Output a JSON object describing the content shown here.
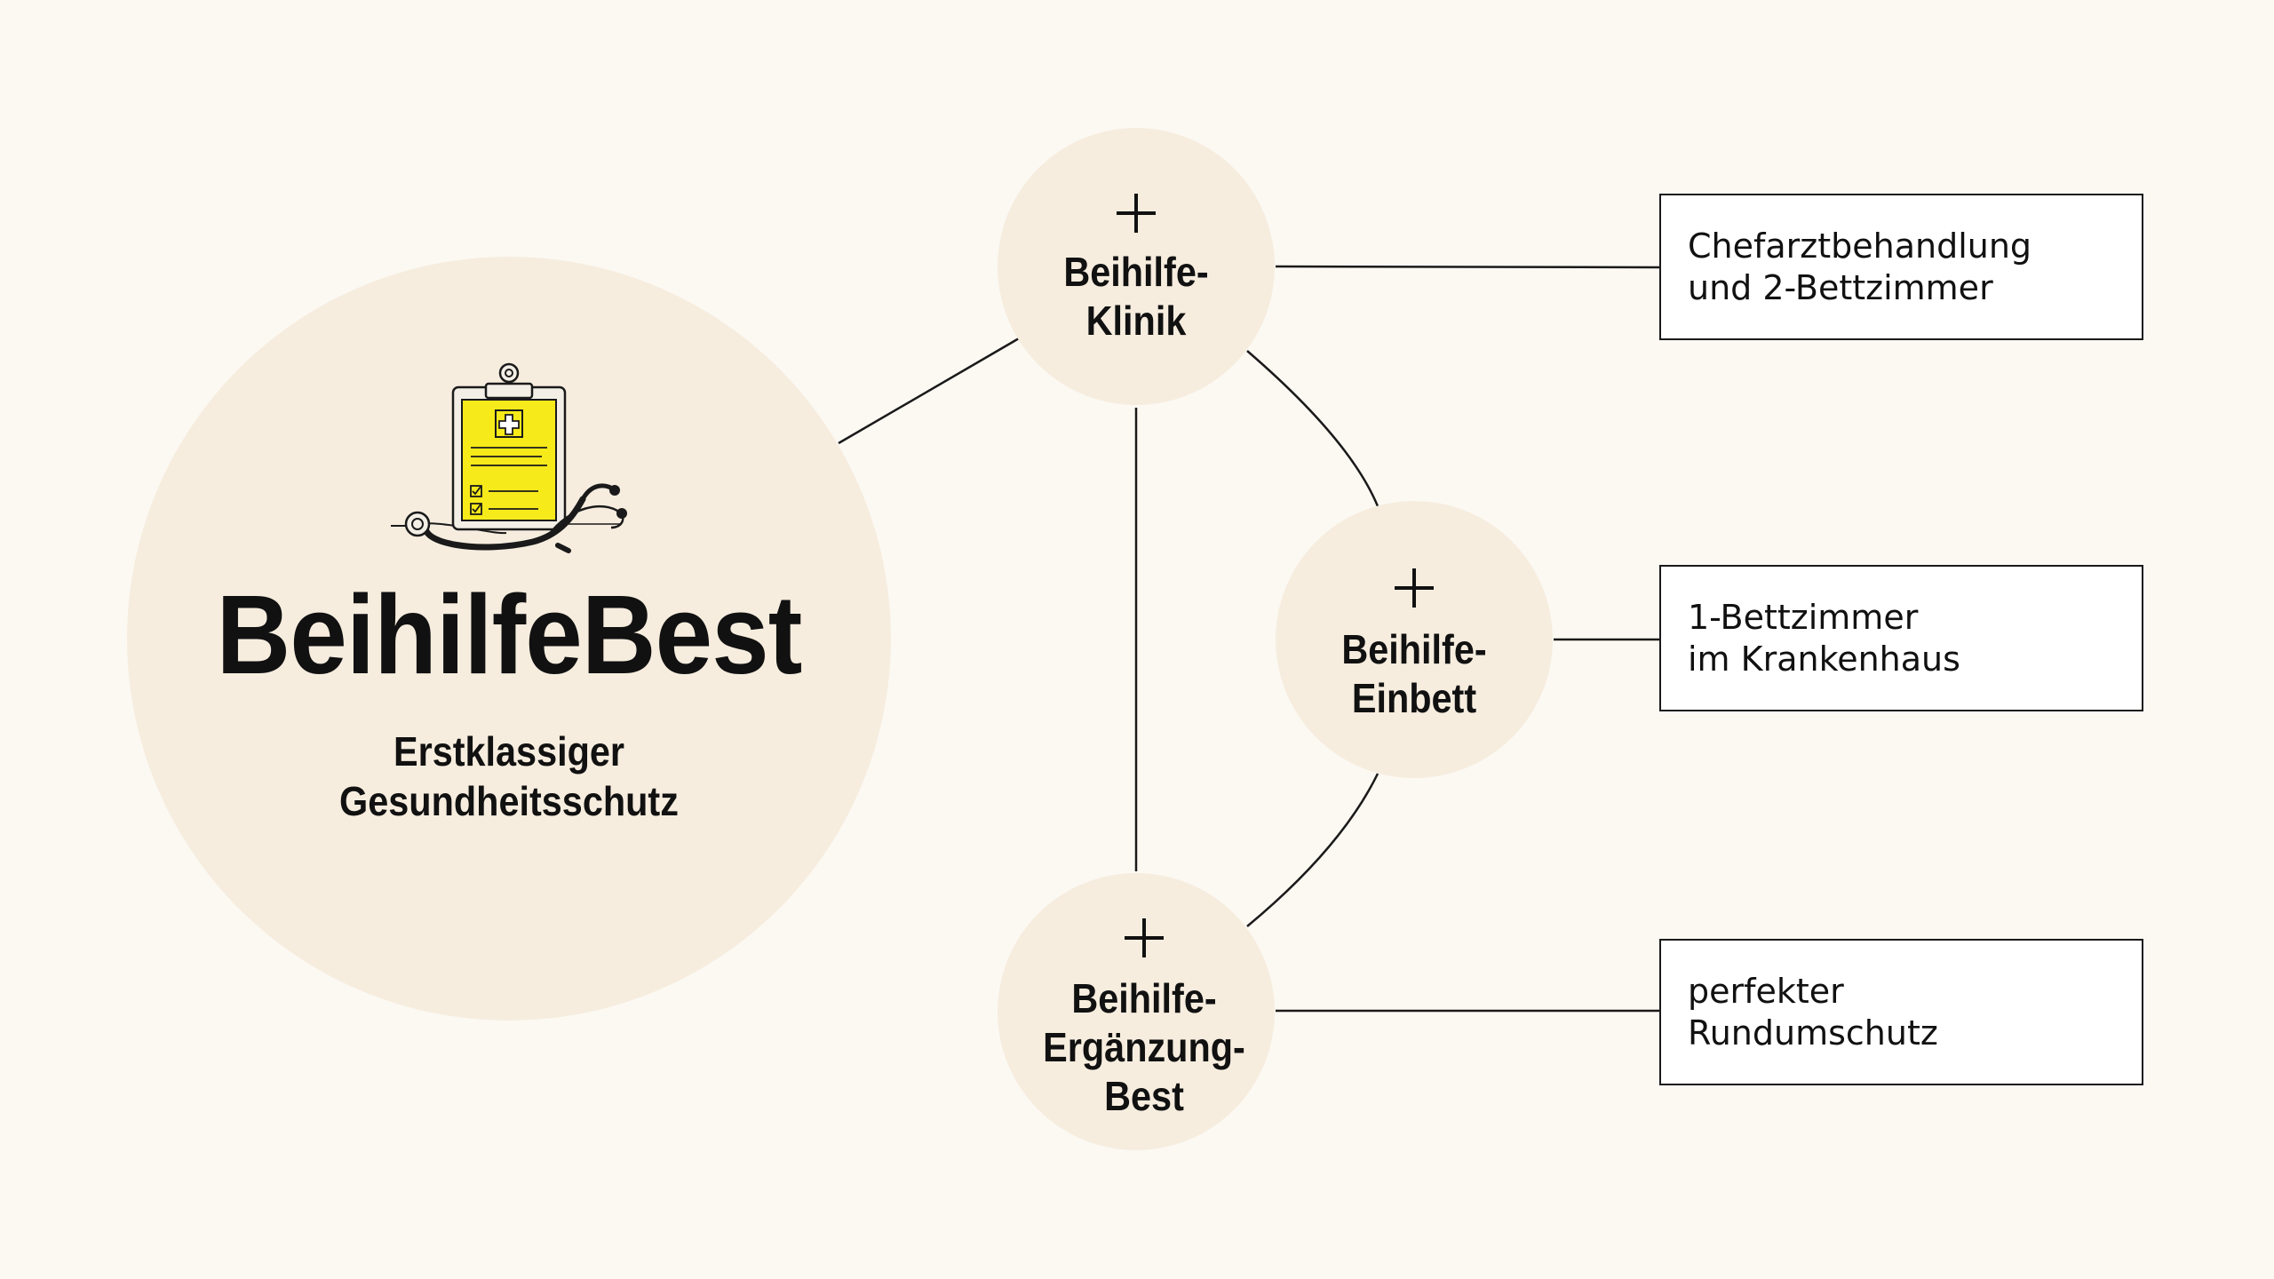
{
  "brand": {
    "title": "BeihilfeBest",
    "subtitle_line1": "Erstklassiger",
    "subtitle_line2": "Gesundheitsschutz",
    "icon": "clipboard-stethoscope-icon"
  },
  "nodes": {
    "klinik": {
      "symbol": "+",
      "line1": "Beihilfe-",
      "line2": "Klinik"
    },
    "einbett": {
      "symbol": "+",
      "line1": "Beihilfe-",
      "line2": "Einbett"
    },
    "ergaenzung": {
      "symbol": "+",
      "line1": "Beihilfe-",
      "line2": "Ergänzung-",
      "line3": "Best"
    }
  },
  "boxes": {
    "klinik": {
      "line1": "Chefarztbehandlung",
      "line2": "und 2-Bettzimmer"
    },
    "einbett": {
      "line1": "1-Bettzimmer",
      "line2": "im Krankenhaus"
    },
    "ergaenzung": {
      "line1": "perfekter",
      "line2": "Rundumschutz"
    }
  },
  "colors": {
    "background": "#fcf9f3",
    "circle_fill": "#f6eddf",
    "clipboard_yellow": "#f7ea1a",
    "line": "#1a1a1a",
    "box_fill": "#ffffff"
  }
}
